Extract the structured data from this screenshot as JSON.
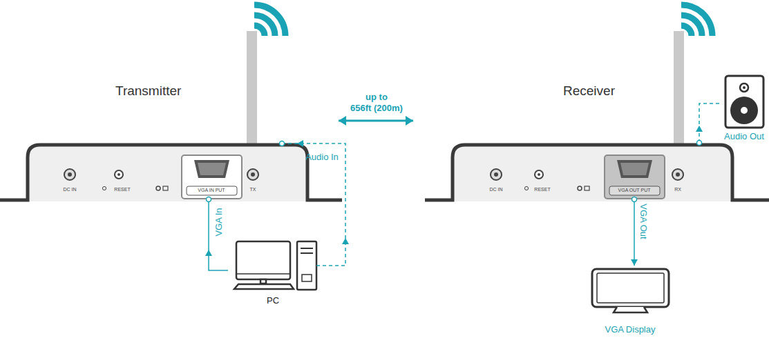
{
  "diagram": {
    "nodes": [
      {
        "text": [
          "Transmitter",
          "DC IN",
          "RESET",
          "VGA IN PUT",
          "TX"
        ]
      },
      {
        "text": [
          "PC"
        ]
      },
      {
        "text": [
          "Receiver",
          "DC IN",
          "RESET",
          "VGA OUT PUT",
          "RX"
        ]
      },
      {
        "text": [
          "Audio Out"
        ]
      },
      {
        "text": [
          "VGA Display"
        ]
      }
    ],
    "edges": [
      {
        "from": 1,
        "to": 0,
        "label": "VGA In",
        "arrow": "to"
      },
      {
        "from": 1,
        "to": 0,
        "label": "Audio In",
        "arrow": "to"
      },
      {
        "from": 0,
        "to": 2,
        "label": "656ft (200m)",
        "arrow": "both"
      },
      {
        "from": 2,
        "to": 4,
        "label": "VGA Out",
        "arrow": "to"
      },
      {
        "from": 2,
        "to": 3,
        "arrow": "to"
      }
    ],
    "labels": [
      "up to"
    ]
  }
}
